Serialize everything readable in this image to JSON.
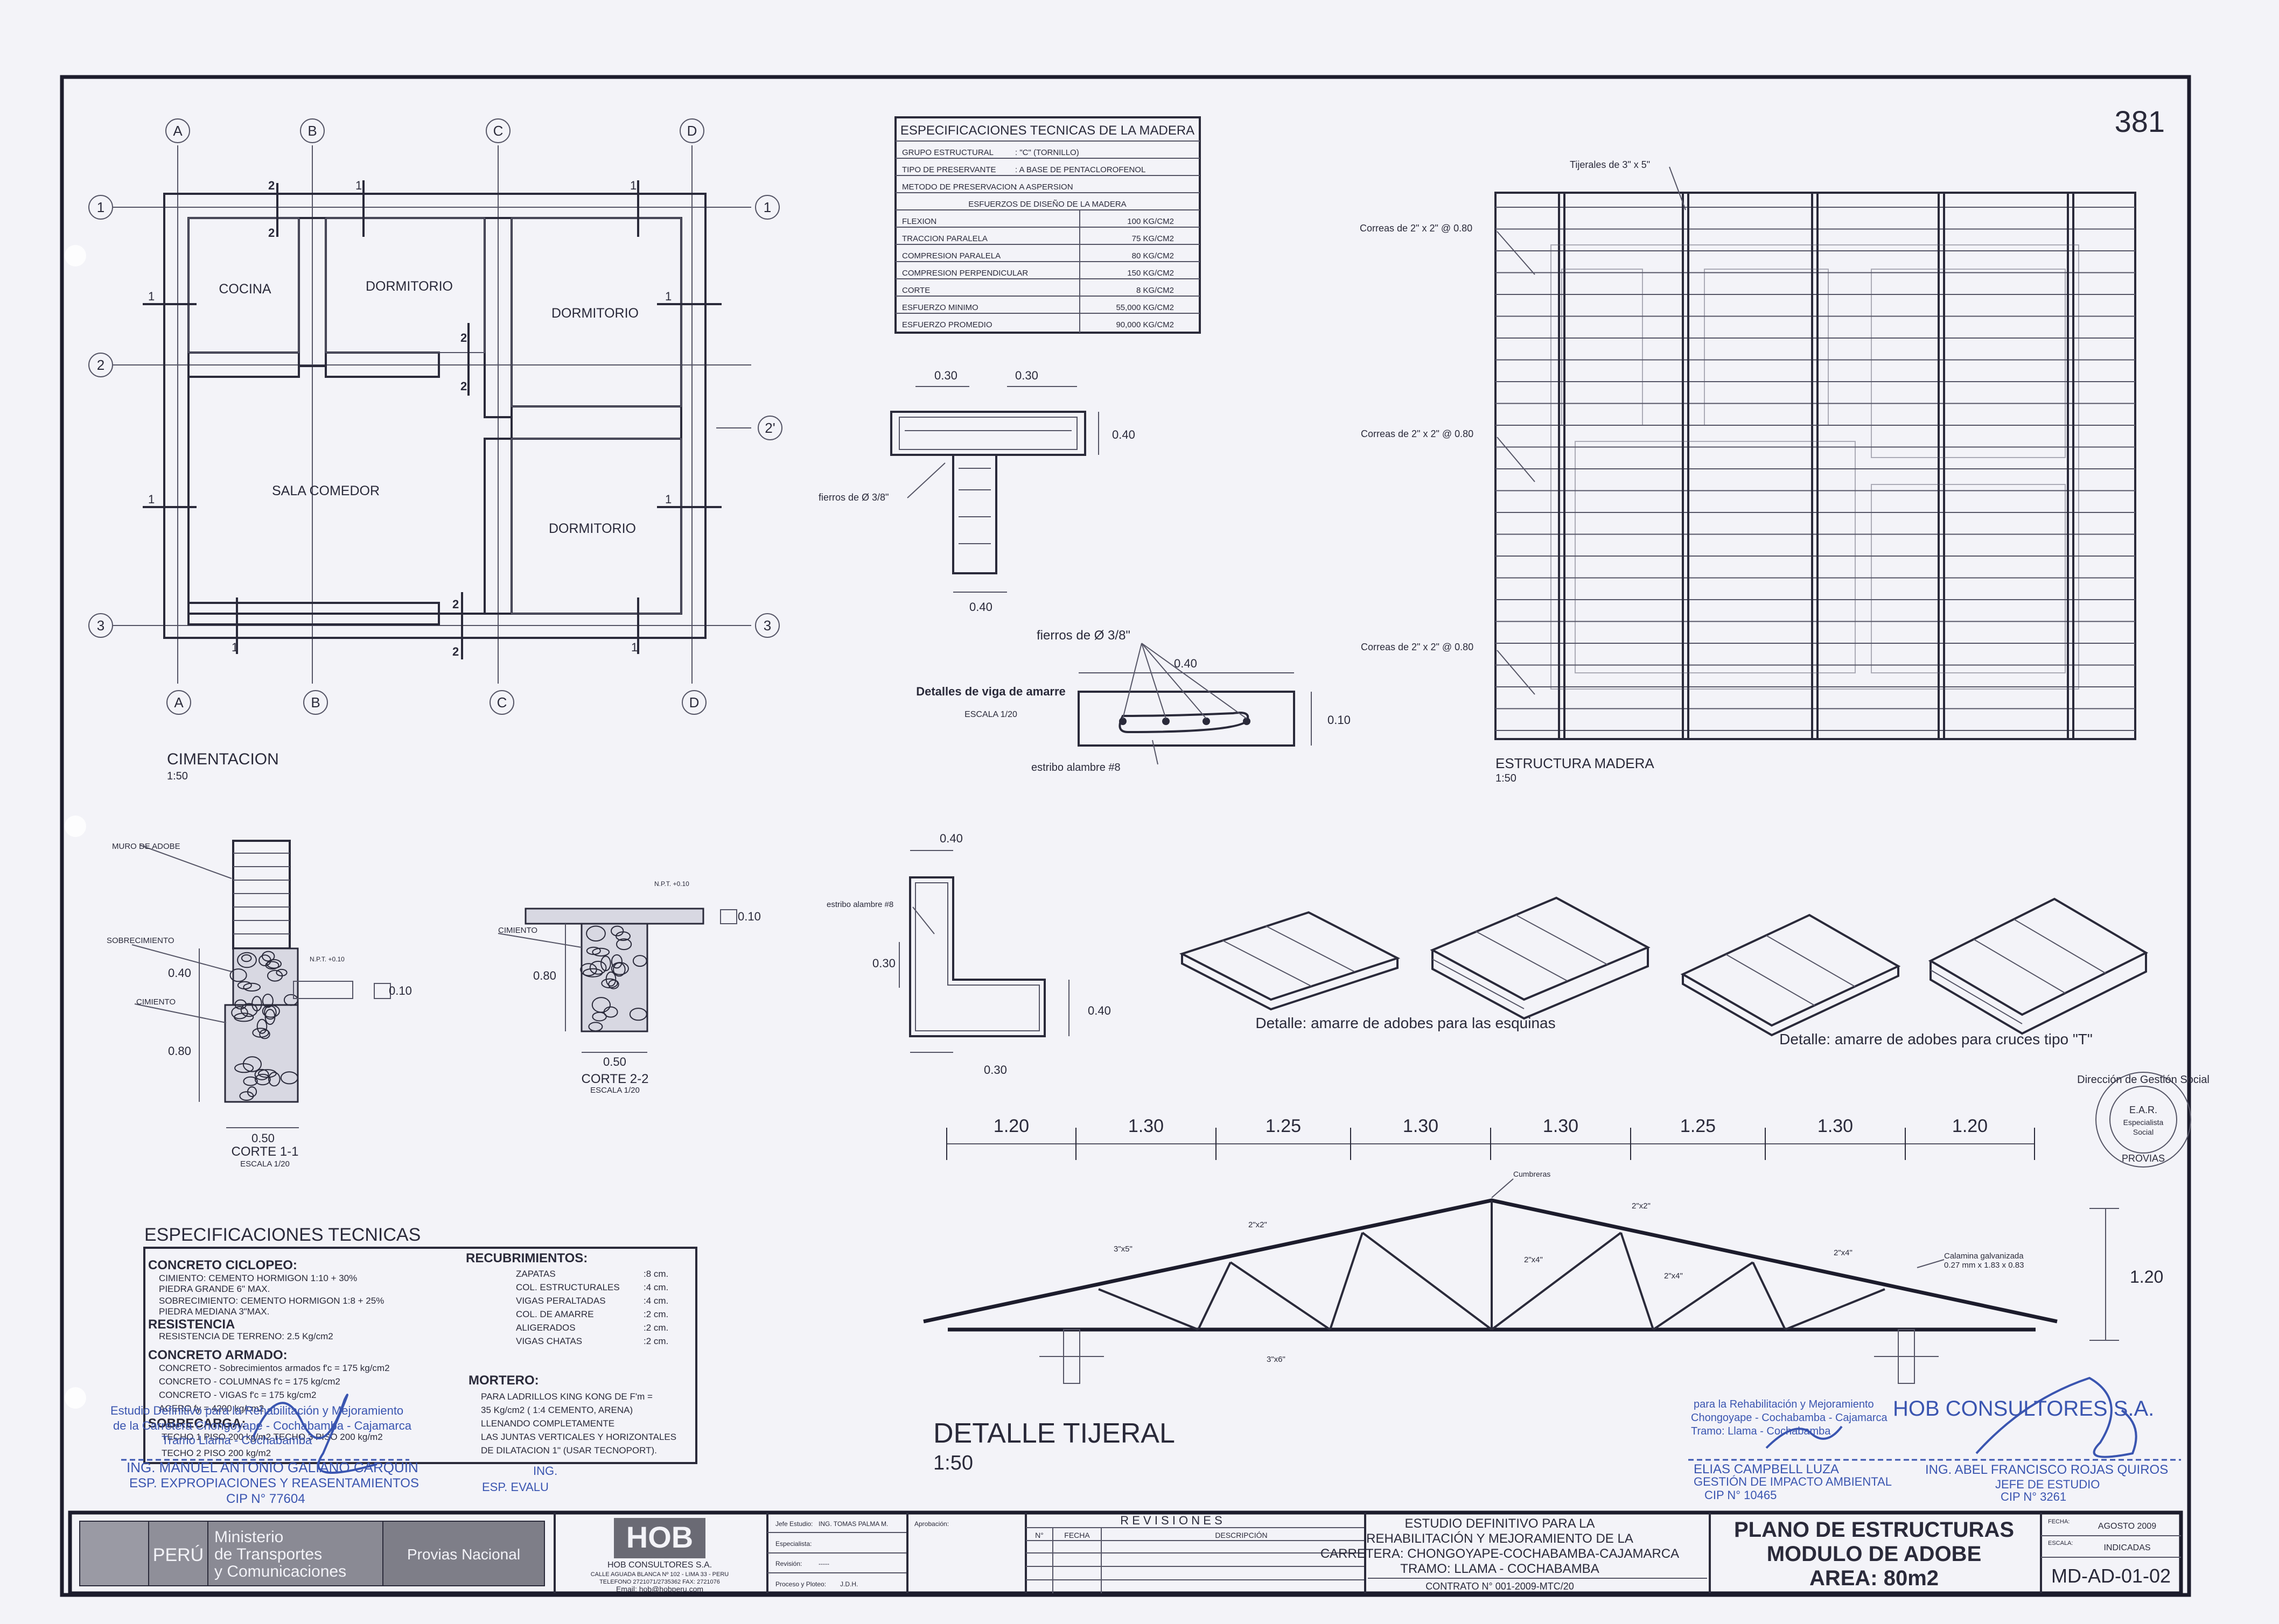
{
  "sheet_number": "381",
  "grid_axes": {
    "letters": [
      "A",
      "B",
      "C",
      "D"
    ],
    "numbers": [
      "1",
      "2",
      "2'",
      "3"
    ]
  },
  "section_marks": [
    "1",
    "2"
  ],
  "foundation_plan": {
    "title": "CIMENTACION",
    "scale": "1:50",
    "rooms": [
      "COCINA",
      "DORMITORIO",
      "DORMITORIO",
      "SALA COMEDOR",
      "DORMITORIO"
    ]
  },
  "wood_spec_table": {
    "title": "ESPECIFICACIONES TECNICAS DE LA MADERA",
    "rows": [
      {
        "label": "GRUPO ESTRUCTURAL",
        "value": ": \"C\" (TORNILLO)"
      },
      {
        "label": "TIPO DE PRESERVANTE",
        "value": ": A BASE DE PENTACLOROFENOL"
      },
      {
        "label": "METODO DE PRESERVACION",
        "value": ": A ASPERSION"
      }
    ],
    "subheader": "ESFUERZOS DE DISEÑO DE LA MADERA",
    "stress_rows": [
      {
        "label": "FLEXION",
        "value": "100 KG/CM2"
      },
      {
        "label": "TRACCION PARALELA",
        "value": "75 KG/CM2"
      },
      {
        "label": "COMPRESION PARALELA",
        "value": "80 KG/CM2"
      },
      {
        "label": "COMPRESION PERPENDICULAR",
        "value": "150 KG/CM2"
      },
      {
        "label": "CORTE",
        "value": "8 KG/CM2"
      },
      {
        "label": "ESFUERZO MINIMO",
        "value": "55,000 KG/CM2"
      },
      {
        "label": "ESFUERZO PROMEDIO",
        "value": "90,000 KG/CM2"
      }
    ]
  },
  "beam_detail": {
    "dims": [
      "0.30",
      "0.30",
      "0.40",
      "0.40",
      "0.40",
      "0.10"
    ],
    "rebar_label": "fierros de Ø 3/8\"",
    "stirrup_label": "estribo alambre #8",
    "title": "Detalles de viga de amarre",
    "scale": "ESCALA 1/20"
  },
  "wood_structure": {
    "title": "ESTRUCTURA MADERA",
    "scale": "1:50",
    "tie_label": "Tijerales de 3\" x 5\"",
    "purlin_label": "Correas de 2\" x 2\" @ 0.80"
  },
  "section_1": {
    "title": "CORTE 1-1",
    "scale": "ESCALA 1/20",
    "labels": [
      "MURO DE ADOBE",
      "SOBRECIMIENTO",
      "CIMIENTO",
      "N.P.T. +0.10"
    ],
    "dims": [
      "0.40",
      "0.80",
      "0.50",
      "0.10"
    ]
  },
  "section_2": {
    "title": "CORTE 2-2",
    "scale": "ESCALA 1/20",
    "labels": [
      "CIMIENTO",
      "N.P.T. +0.10"
    ],
    "dims": [
      "0.80",
      "0.50",
      "0.10"
    ]
  },
  "corner_detail": {
    "dims": [
      "0.40",
      "0.30",
      "0.30",
      "0.40"
    ],
    "stirrup_label": "estribo alambre #8"
  },
  "adobe_details": {
    "corners": "Detalle: amarre de adobes para las esquinas",
    "tees": "Detalle: amarre de adobes para cruces tipo \"T\""
  },
  "truss_detail": {
    "title": "DETALLE TIJERAL",
    "scale": "1:50",
    "spacings": [
      "1.20",
      "1.30",
      "1.25",
      "1.30",
      "1.30",
      "1.25",
      "1.30",
      "1.20"
    ],
    "height": "1.20",
    "labels": {
      "ridge": "Cumbreras",
      "roofing_1": "Calamina galvanizada",
      "roofing_2": "0.27 mm x 1.83 x 0.83",
      "m3x5": "3\"x5\"",
      "m2x2a": "2\"x2\"",
      "m2x2b": "2\"x2\"",
      "m2x4a": "2\"x4\"",
      "m2x4b": "2\"x4\"",
      "m2x4c": "2\"x4\"",
      "m3x6": "3\"x6\""
    }
  },
  "tech_specs": {
    "title": "ESPECIFICACIONES TECNICAS",
    "left": [
      "CONCRETO CICLOPEO:",
      "CIMIENTO:        CEMENTO HORMIGON    1:10 + 30%",
      "                 PIEDRA GRANDE 6\" MAX.",
      "SOBRECIMIENTO: CEMENTO HORMIGON    1:8  + 25%",
      "                 PIEDRA MEDIANA 3\"MAX.",
      "RESISTENCIA",
      "RESISTENCIA DE TERRENO:  2.5 Kg/cm2",
      "CONCRETO ARMADO:",
      "CONCRETO - Sobrecimientos armados f'c = 175 kg/cm2",
      "CONCRETO - COLUMNAS            f'c = 175 kg/cm2",
      "CONCRETO - VIGAS               f'c = 175 kg/cm2",
      "ACERO                          fy = 4200 kg/cm2",
      "SOBRECARGA:",
      "TECHO 1 PISO  200 kg/m2    TECHO 3 PISO 200 kg/m2",
      "TECHO 2 PISO  200 kg/m2"
    ],
    "right_title": "RECUBRIMIENTOS:",
    "right": [
      {
        "k": "ZAPATAS",
        "v": ":8 cm."
      },
      {
        "k": "COL. ESTRUCTURALES",
        "v": ":4 cm."
      },
      {
        "k": "VIGAS PERALTADAS",
        "v": ":4 cm."
      },
      {
        "k": "COL. DE AMARRE",
        "v": ":2 cm."
      },
      {
        "k": "ALIGERADOS",
        "v": ":2 cm."
      },
      {
        "k": "VIGAS CHATAS",
        "v": ":2 cm."
      }
    ],
    "mortar_title": "MORTERO:",
    "mortar": [
      "PARA LADRILLOS KING KONG DE F'm =",
      "35 Kg/cm2 ( 1:4 CEMENTO, ARENA)",
      "LLENANDO COMPLETAMENTE",
      "LAS JUNTAS VERTICALES Y HORIZONTALES",
      "DE DILATACION 1\" (USAR TECNOPORT)."
    ]
  },
  "stamps": {
    "left_1": "Estudio Definitivo para la Rehabilitación y Mejoramiento",
    "left_2": "de la Carretera Chongoyape - Cochabamba - Cajamarca",
    "left_3": "Tramo Llama - Cochabamba",
    "left_name": "ING. MANUEL ANTONIO GALIANO CARQUIN",
    "left_role": "ESP. EXPROPIACIONES Y REASENTAMIENTOS",
    "left_cip": "CIP N° 77604",
    "mid_1": "ING.",
    "mid_2": "ESP. EVALU",
    "right_1": "para la Rehabilitación y Mejoramiento",
    "right_2": "Chongoyape - Cochabamba - Cajamarca",
    "right_3": "Tramo: Llama - Cochabamba",
    "right_name": "ELIAS CAMPBELL LUZA",
    "right_role": "GESTIÓN DE IMPACTO AMBIENTAL",
    "right_cip": "CIP N° 10465",
    "firm": "HOB CONSULTORES S.A.",
    "chief_name": "ING. ABEL FRANCISCO ROJAS QUIROS",
    "chief_role": "JEFE DE ESTUDIO",
    "chief_cip": "CIP N° 3261",
    "seal_1": "Dirección de Gestión Social",
    "seal_2": "E.A.R.",
    "seal_3": "Especialista",
    "seal_4": "Social",
    "seal_5": "PROVIAS"
  },
  "title_block": {
    "country": "PERÚ",
    "ministry_1": "Ministerio",
    "ministry_2": "de Transportes",
    "ministry_3": "y Comunicaciones",
    "program": "Provias Nacional",
    "firm_logo": "HOB",
    "firm_name": "HOB CONSULTORES S.A.",
    "firm_addr_1": "CALLE AGUADA BLANCA Nº 102 - LIMA 33 - PERU",
    "firm_addr_2": "TELEFONO 2721071/2735362 FAX: 2721076",
    "firm_email": "Email: hob@hobperu.com",
    "chief_label": "Jefe Estudio:",
    "chief_value": "ING. TOMAS PALMA M.",
    "specialist_label": "Especialista:",
    "review_label": "Revisión:",
    "review_value": "-----",
    "process_label": "Proceso y Ploteo:",
    "process_value": "J.D.H.",
    "approval_label": "Aprobación:",
    "revisions_title": "R E V I S I O N E S",
    "rev_cols": [
      "N°",
      "FECHA",
      "DESCRIPCIÓN"
    ],
    "study_1": "ESTUDIO DEFINITIVO PARA LA",
    "study_2": "REHABILITACIÓN Y MEJORAMIENTO DE LA",
    "study_3": "CARRETERA: CHONGOYAPE-COCHABAMBA-CAJAMARCA",
    "study_4": "TRAMO: LLAMA - COCHABAMBA",
    "contract": "CONTRATO N° 001-2009-MTC/20",
    "plan_title_1": "PLANO DE ESTRUCTURAS",
    "plan_title_2": "MODULO DE ADOBE",
    "plan_title_3": "AREA: 80m2",
    "date_label": "FECHA:",
    "date_value": "AGOSTO 2009",
    "scale_label": "ESCALA:",
    "scale_value": "INDICADAS",
    "sheet_code": "MD-AD-01-02"
  }
}
